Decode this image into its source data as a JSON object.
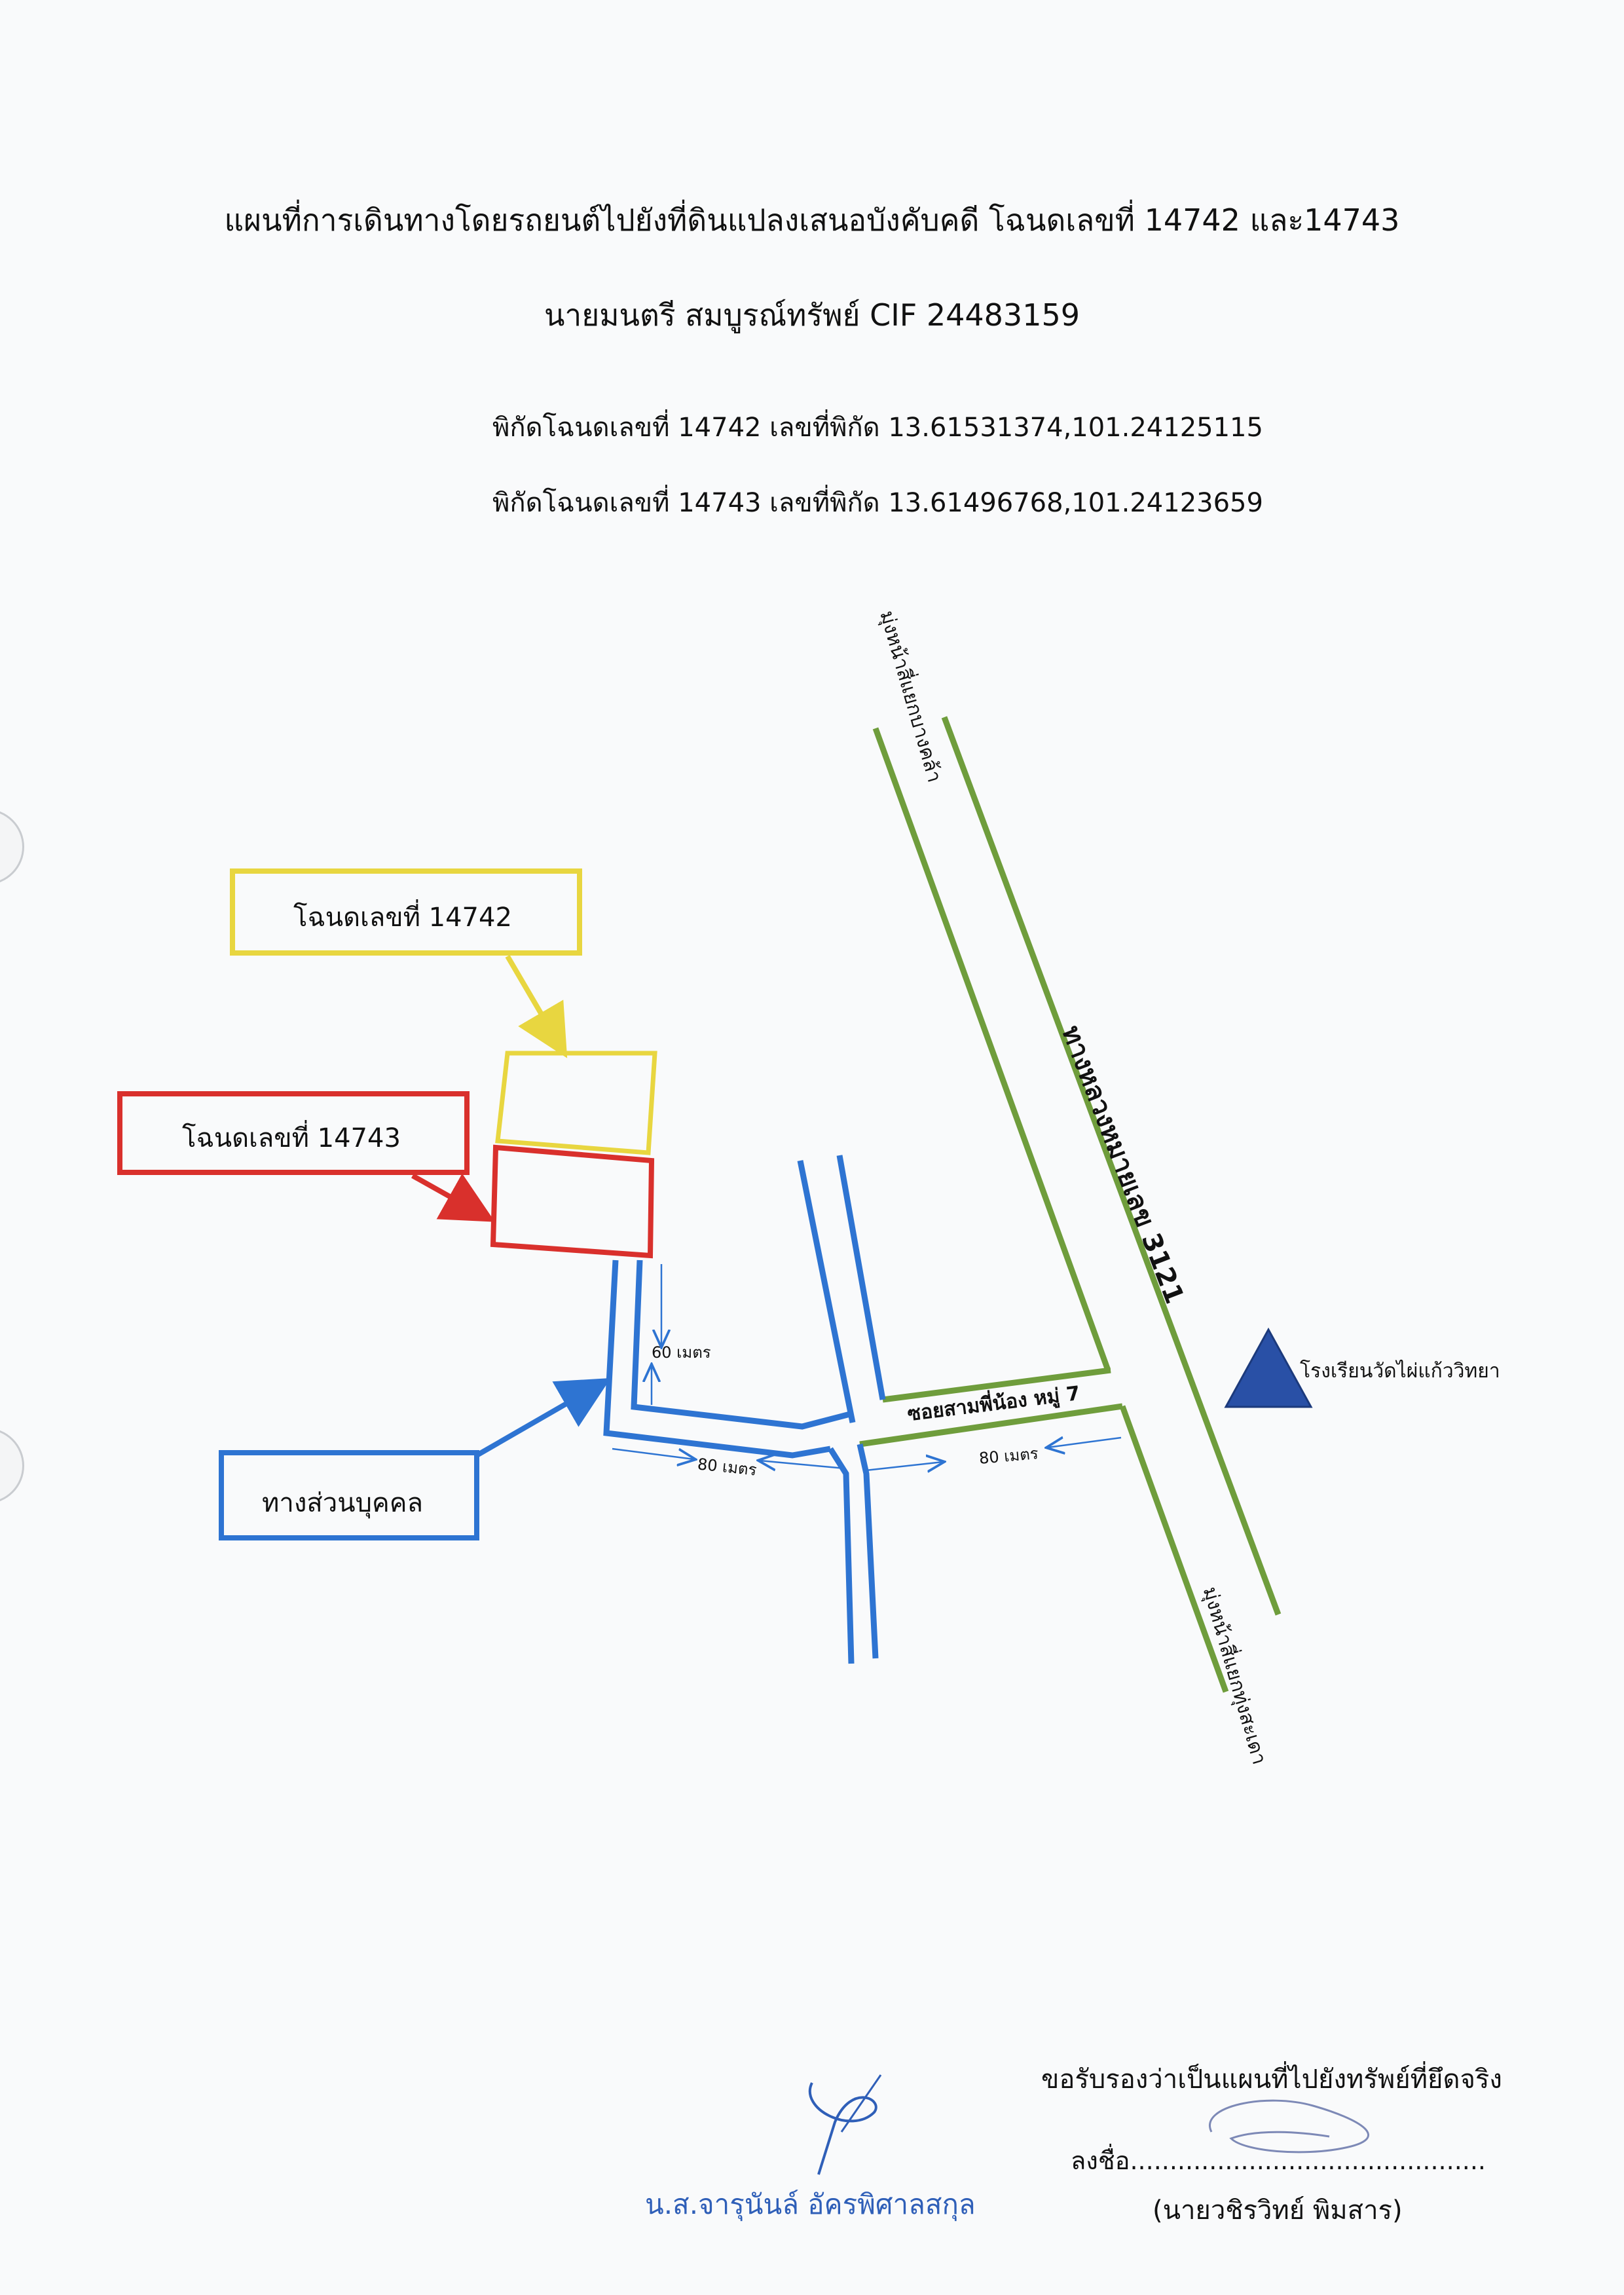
{
  "header": {
    "title": "แผนที่การเดินทางโดยรถยนต์ไปยังที่ดินแปลงเสนอบังคับคดี โฉนดเลขที่ 14742 และ14743",
    "owner": "นายมนตรี  สมบูรณ์ทรัพย์ CIF 24483159"
  },
  "coordinates": [
    "พิกัดโฉนดเลขที่ 14742 เลขที่พิกัด 13.61531374,101.24125115",
    "พิกัดโฉนดเลขที่ 14743 เลขที่พิกัด 13.61496768,101.24123659"
  ],
  "map": {
    "parcels": [
      {
        "label": "โฉนดเลขที่ 14742",
        "color": "#e8d640"
      },
      {
        "label": "โฉนดเลขที่ 14743",
        "color": "#d9302c"
      }
    ],
    "private_road": {
      "label": "ทางส่วนบุคคล",
      "color": "#2e74d2"
    },
    "highway": {
      "label": "ทางหลวงหมายเลข 3121",
      "color": "#6f9d3c"
    },
    "highway_north": "มุ่งหน้าสี่แยกบางคล้า",
    "highway_south": "มุ่งหน้าสี่แยกทุ่งสะเดา",
    "soi": "ซอยสามพี่น้อง หมู่ 7",
    "school": {
      "label": "โรงเรียนวัดไผ่แก้ววิทยา",
      "color": "#2950a6"
    },
    "distances": {
      "d60": "60 เมตร",
      "d80_left": "80 เมตร",
      "d80_right": "80 เมตร"
    }
  },
  "certification": {
    "text": "ขอรับรองว่าเป็นแผนที่ไปยังทรัพย์ที่ยึดจริง",
    "sign_line": "ลงชื่อ.............................................",
    "officer": "(นายวชิรวิทย์  พิมสาร)",
    "clerk": "น.ส.จารุนันล์  อัครพิศาลสกุล"
  }
}
